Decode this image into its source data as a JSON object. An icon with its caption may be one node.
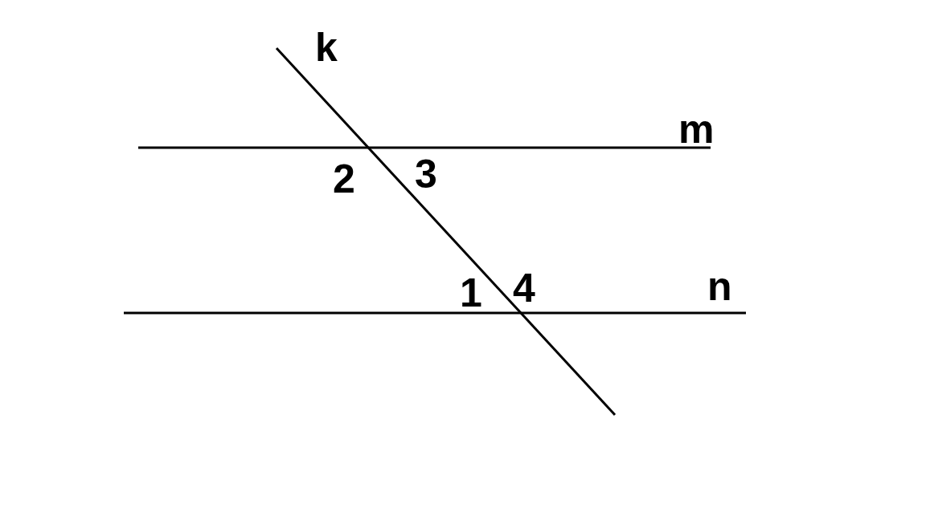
{
  "diagram": {
    "labels": [
      "k",
      "m",
      "2",
      "3",
      "1",
      "4",
      "n"
    ]
  }
}
